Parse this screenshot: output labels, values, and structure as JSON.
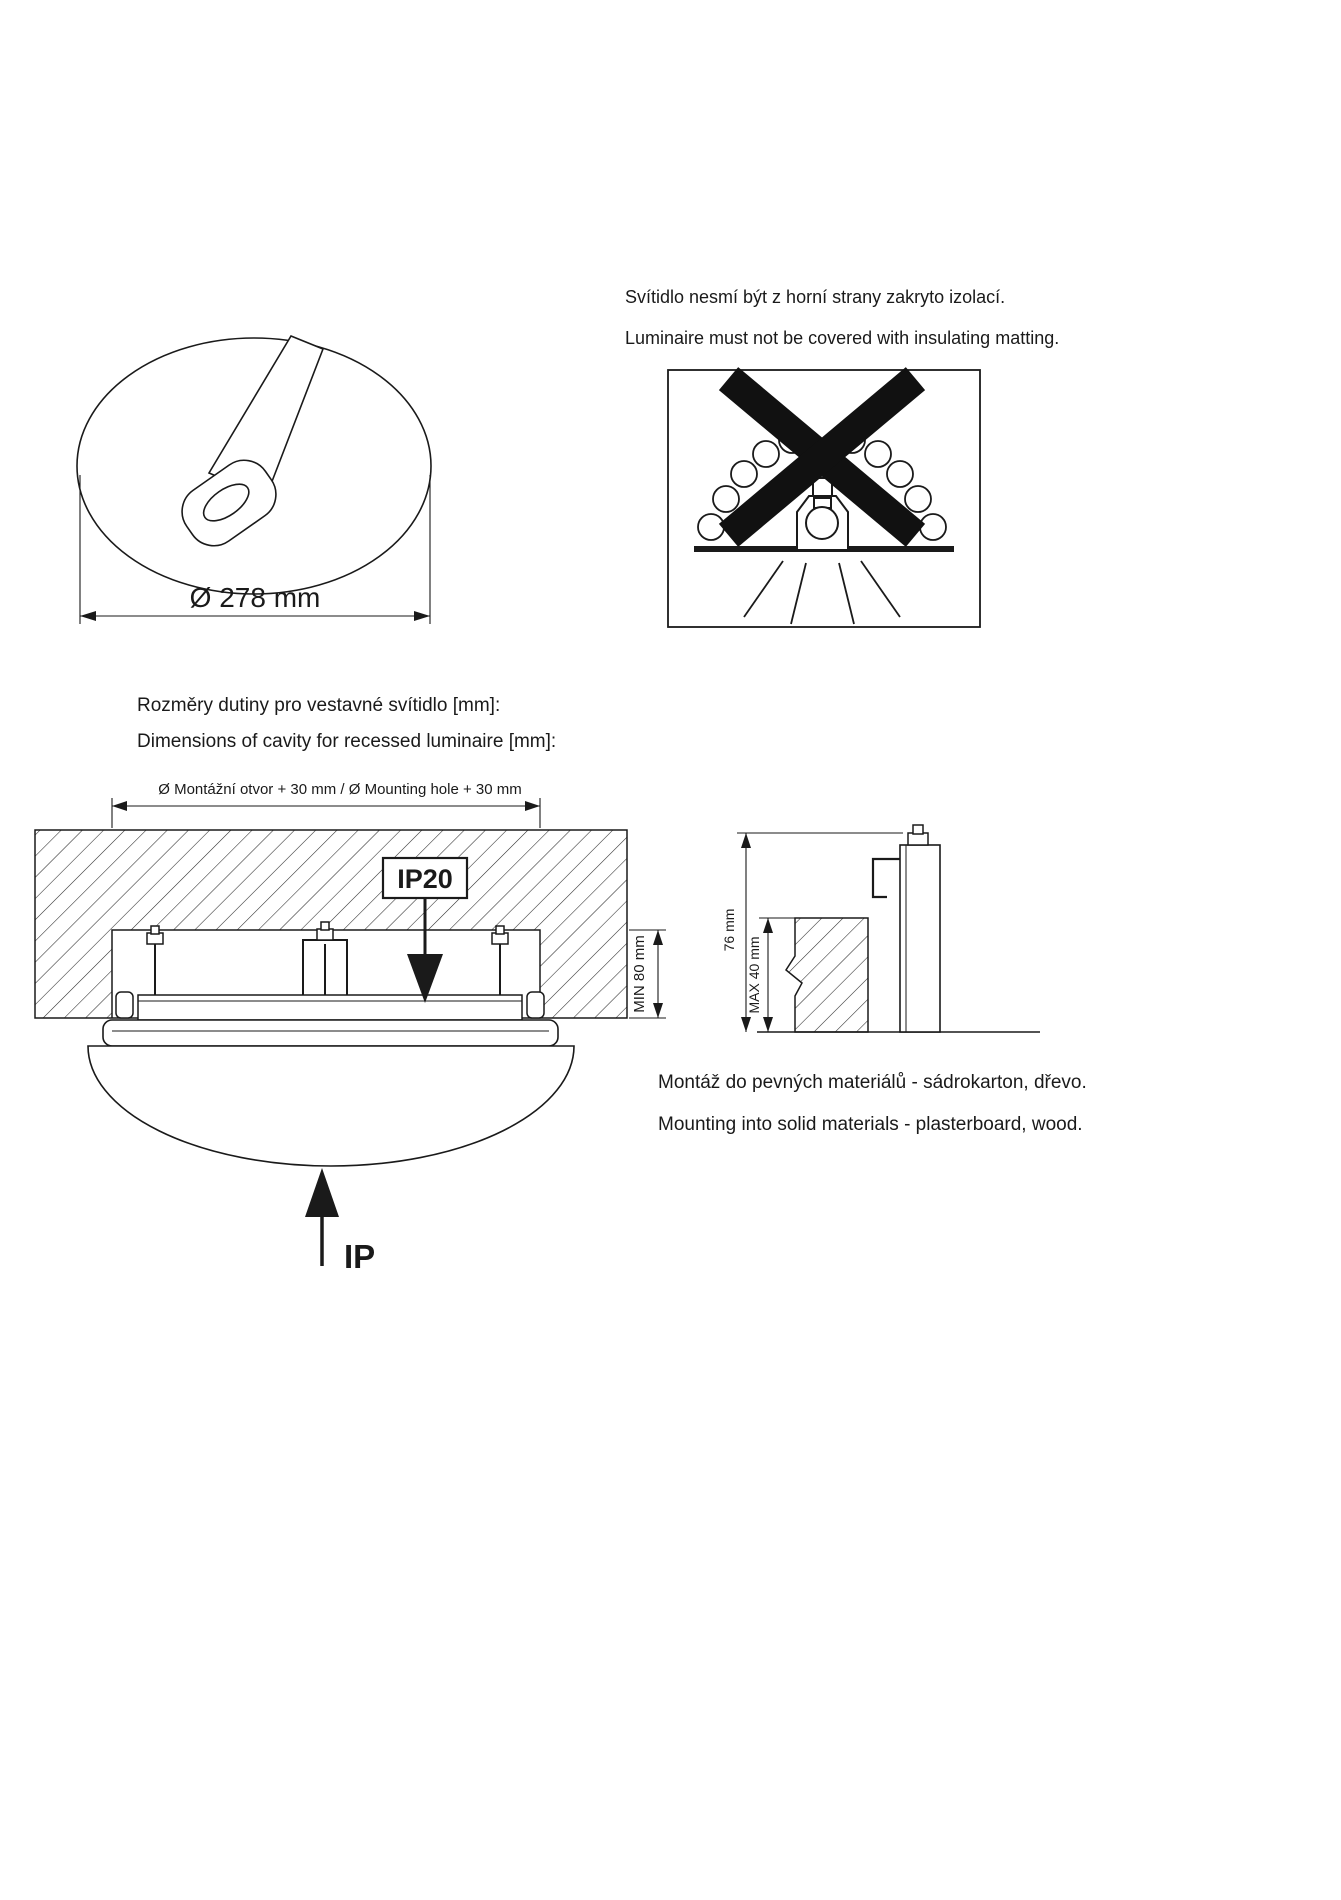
{
  "top_view": {
    "diameter_label": "Ø 278 mm"
  },
  "insulation_warning": {
    "text_cz": "Svítidlo nesmí být z horní strany zakryto izolací.",
    "text_en": "Luminaire must not be covered with insulating matting."
  },
  "cavity_section": {
    "heading_cz": "Rozměry dutiny pro vestavné svítidlo [mm]:",
    "heading_en": "Dimensions of cavity for recessed luminaire [mm]:",
    "mounting_hole_label": "Ø Montážní otvor + 30 mm / Ø Mounting hole + 30 mm",
    "ip20_label": "IP20",
    "min_depth_label": "MIN 80 mm",
    "ip_label": "IP"
  },
  "side_section": {
    "height_label": "76 mm",
    "max_thickness_label": "MAX 40 mm"
  },
  "mounting_note": {
    "text_cz": "Montáž do pevných materiálů - sádrokarton, dřevo.",
    "text_en": "Mounting into solid materials - plasterboard, wood."
  },
  "colors": {
    "line": "#1a1a1a",
    "background": "#ffffff"
  }
}
